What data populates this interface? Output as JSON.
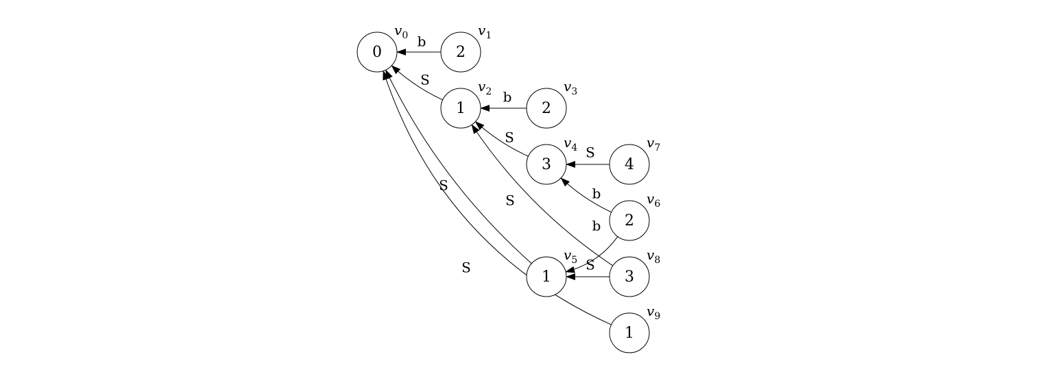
{
  "diagram": {
    "type": "directed-graph",
    "nodes": [
      {
        "id": "v0",
        "name": "v",
        "sub": "0",
        "value": "0"
      },
      {
        "id": "v1",
        "name": "v",
        "sub": "1",
        "value": "2"
      },
      {
        "id": "v2",
        "name": "v",
        "sub": "2",
        "value": "1"
      },
      {
        "id": "v3",
        "name": "v",
        "sub": "3",
        "value": "2"
      },
      {
        "id": "v4",
        "name": "v",
        "sub": "4",
        "value": "3"
      },
      {
        "id": "v5",
        "name": "v",
        "sub": "5",
        "value": "1"
      },
      {
        "id": "v6",
        "name": "v",
        "sub": "6",
        "value": "2"
      },
      {
        "id": "v7",
        "name": "v",
        "sub": "7",
        "value": "4"
      },
      {
        "id": "v8",
        "name": "v",
        "sub": "8",
        "value": "3"
      },
      {
        "id": "v9",
        "name": "v",
        "sub": "9",
        "value": "1"
      }
    ],
    "edges": [
      {
        "from": "v1",
        "to": "v0",
        "label": "b"
      },
      {
        "from": "v2",
        "to": "v0",
        "label": "S"
      },
      {
        "from": "v3",
        "to": "v2",
        "label": "b"
      },
      {
        "from": "v4",
        "to": "v2",
        "label": "S"
      },
      {
        "from": "v7",
        "to": "v4",
        "label": "S"
      },
      {
        "from": "v6",
        "to": "v4",
        "label": "b"
      },
      {
        "from": "v6",
        "to": "v5",
        "label": "b"
      },
      {
        "from": "v8",
        "to": "v5",
        "label": "S"
      },
      {
        "from": "v5",
        "to": "v0",
        "label": "S"
      },
      {
        "from": "v8",
        "to": "v2",
        "label": "S"
      },
      {
        "from": "v9",
        "to": "v0",
        "label": "S"
      }
    ]
  }
}
